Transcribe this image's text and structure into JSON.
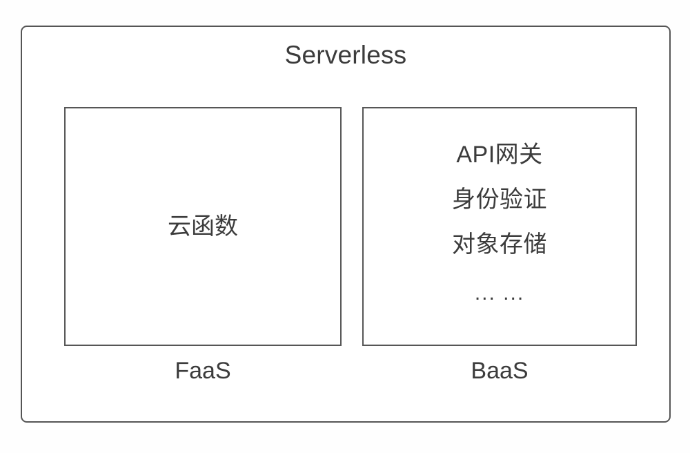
{
  "diagram": {
    "title": "Serverless",
    "columns": [
      {
        "id": "faas",
        "caption": "FaaS",
        "layout": "centered",
        "items": [
          "云函数"
        ]
      },
      {
        "id": "baas",
        "caption": "BaaS",
        "layout": "stacked",
        "items": [
          "API网关",
          "身份验证",
          "对象存储",
          "... ..."
        ]
      }
    ]
  },
  "colors": {
    "background": "#ffffff",
    "border": "#555555",
    "text": "#3c3c3c"
  }
}
